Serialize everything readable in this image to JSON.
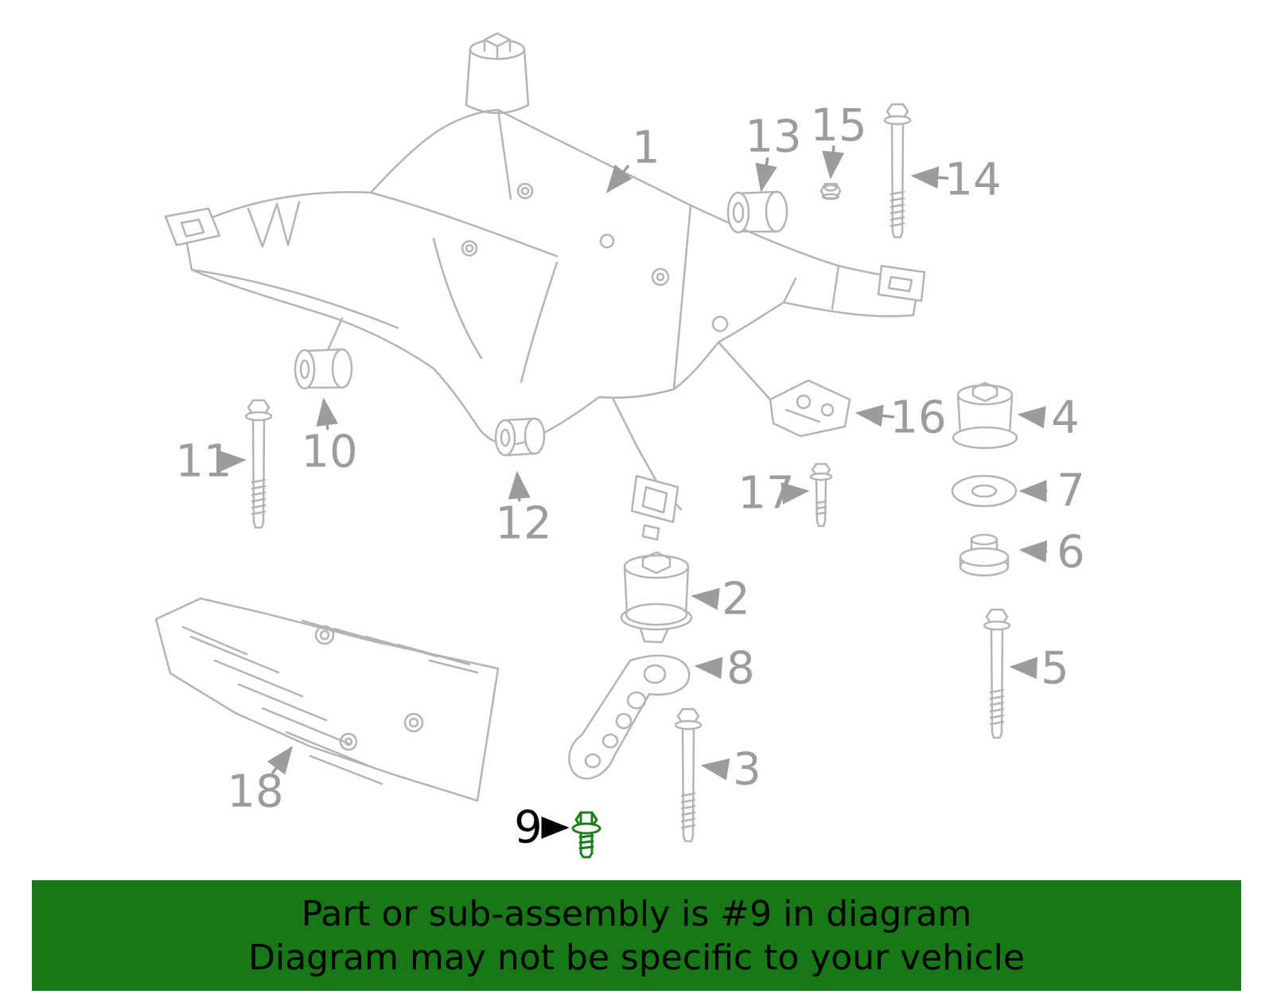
{
  "banner": {
    "line1": "Part or sub-assembly is #9 in diagram",
    "line2": "Diagram may not be specific to your vehicle"
  },
  "colors": {
    "banner_bg": "#187818",
    "banner_text": "#000000",
    "diagram_line": "#b4b4b4",
    "callout_text": "#9c9c9c",
    "highlight_green": "#1e7e1e",
    "highlight_label": "#000000"
  },
  "highlighted_part": {
    "number": "9",
    "part": "flange-bolt"
  },
  "callouts": [
    {
      "label": "1",
      "part": "subframe-crossmember",
      "highlighted": false
    },
    {
      "label": "2",
      "part": "mount-bushing",
      "highlighted": false
    },
    {
      "label": "3",
      "part": "long-bolt",
      "highlighted": false
    },
    {
      "label": "4",
      "part": "mount-bushing",
      "highlighted": false
    },
    {
      "label": "5",
      "part": "long-bolt",
      "highlighted": false
    },
    {
      "label": "6",
      "part": "grommet",
      "highlighted": false
    },
    {
      "label": "7",
      "part": "washer",
      "highlighted": false
    },
    {
      "label": "8",
      "part": "bracket-arm",
      "highlighted": false
    },
    {
      "label": "9",
      "part": "flange-bolt",
      "highlighted": true
    },
    {
      "label": "10",
      "part": "bushing",
      "highlighted": false
    },
    {
      "label": "11",
      "part": "long-bolt",
      "highlighted": false
    },
    {
      "label": "12",
      "part": "bushing",
      "highlighted": false
    },
    {
      "label": "13",
      "part": "bushing",
      "highlighted": false
    },
    {
      "label": "14",
      "part": "long-bolt",
      "highlighted": false
    },
    {
      "label": "15",
      "part": "nut",
      "highlighted": false
    },
    {
      "label": "16",
      "part": "bracket",
      "highlighted": false
    },
    {
      "label": "17",
      "part": "bolt",
      "highlighted": false
    },
    {
      "label": "18",
      "part": "skid-plate",
      "highlighted": false
    }
  ]
}
